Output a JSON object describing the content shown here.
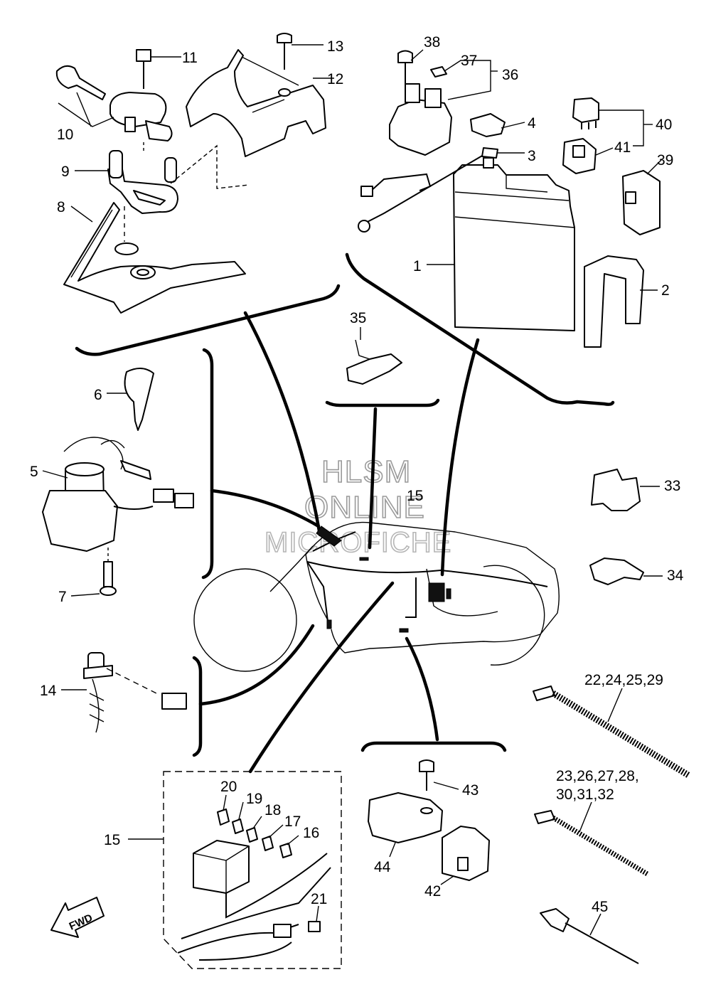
{
  "watermark": {
    "line1": "HLSM",
    "line2": "ONLINE",
    "line3": "MICROFICHE"
  },
  "fwd_label": "FWD",
  "callouts": {
    "c1": "1",
    "c2": "2",
    "c3": "3",
    "c4": "4",
    "c5": "5",
    "c6": "6",
    "c7": "7",
    "c8": "8",
    "c9": "9",
    "c10": "10",
    "c11": "11",
    "c12": "12",
    "c13": "13",
    "c14": "14",
    "c15_top": "15",
    "c15": "15",
    "c16": "16",
    "c17": "17",
    "c18": "18",
    "c19": "19",
    "c20": "20",
    "c21": "21",
    "c22_group": "22,24,25,29",
    "c23_group_line1": "23,26,27,28,",
    "c23_group_line2": "30,31,32",
    "c33": "33",
    "c34": "34",
    "c35": "35",
    "c36": "36",
    "c37": "37",
    "c38": "38",
    "c39": "39",
    "c40": "40",
    "c41": "41",
    "c42": "42",
    "c43": "43",
    "c44": "44",
    "c45": "45"
  }
}
